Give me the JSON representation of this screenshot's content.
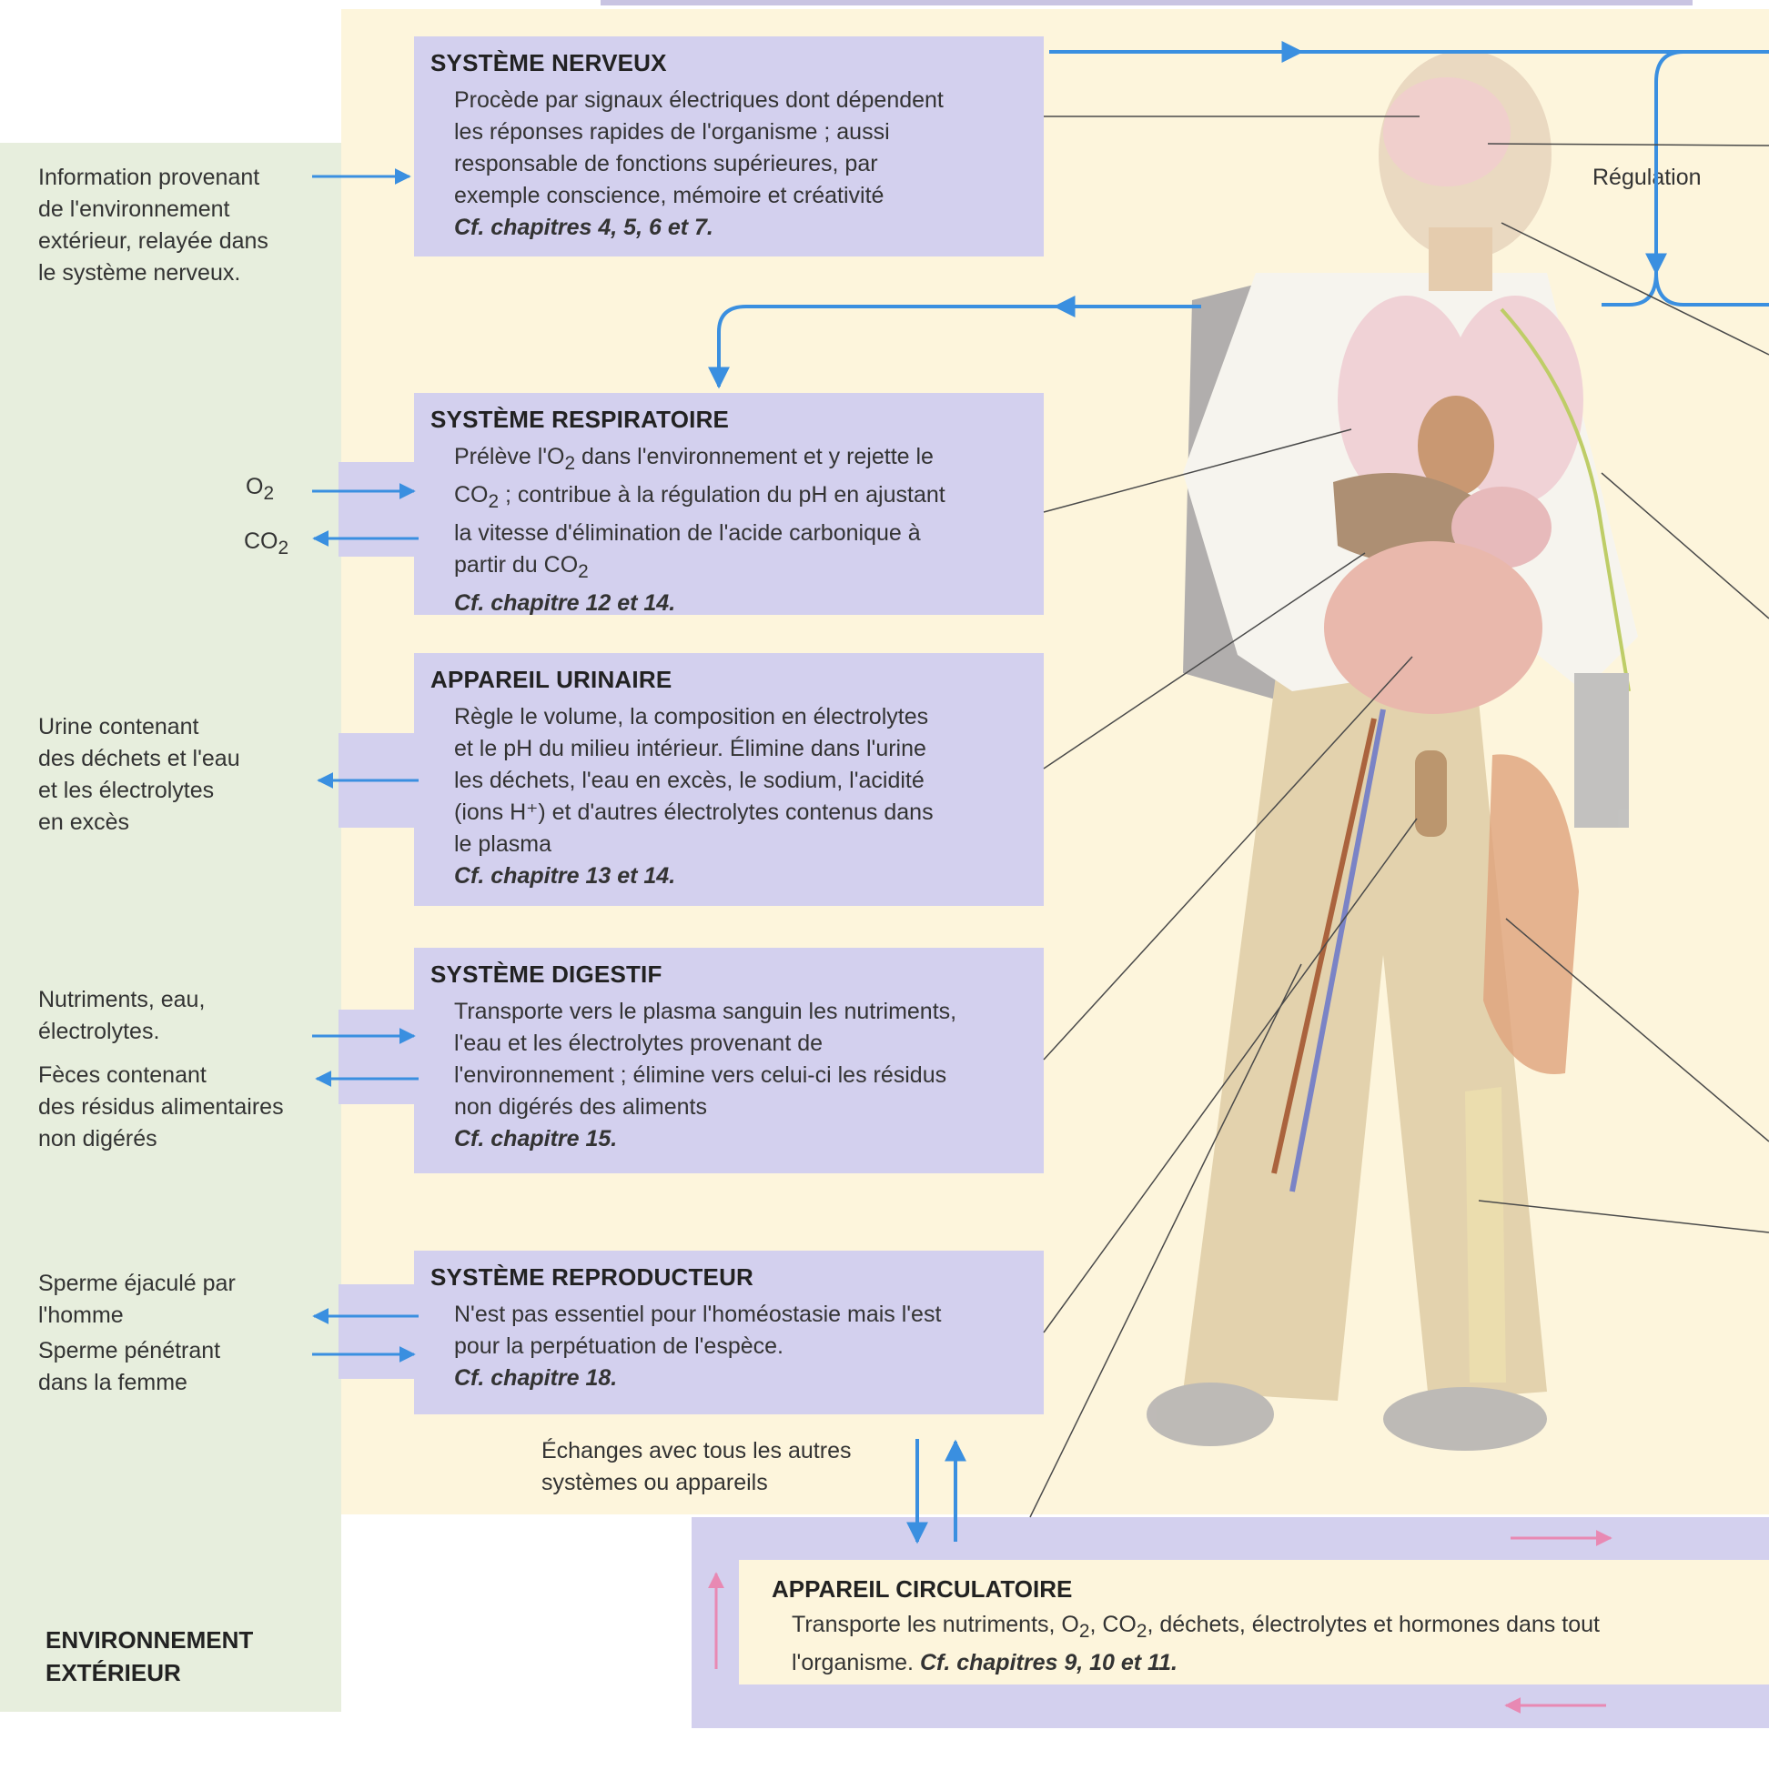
{
  "environment": {
    "title_line1": "ENVIRONNEMENT",
    "title_line2": "EXTÉRIEUR",
    "nervous_input": [
      "Information provenant",
      "de l'environnement",
      "extérieur, relayée dans",
      "le système nerveux."
    ],
    "o2": "O",
    "o2_sub": "2",
    "co2": "CO",
    "co2_sub": "2",
    "urine": [
      "Urine contenant",
      "des déchets et l'eau",
      "et les électrolytes",
      "en excès"
    ],
    "nutrients": [
      "Nutriments, eau,",
      "électrolytes."
    ],
    "feces": [
      "Fèces contenant",
      "des résidus alimentaires",
      "non digérés"
    ],
    "sperm_out": [
      "Sperme éjaculé par",
      "l'homme"
    ],
    "sperm_in": [
      "Sperme pénétrant",
      "dans la femme"
    ]
  },
  "systems": {
    "nervous": {
      "title": "SYSTÈME NERVEUX",
      "lines": [
        "Procède par signaux électriques dont dépendent",
        "les réponses rapides de l'organisme ; aussi",
        "responsable de fonctions supérieures, par",
        "exemple conscience, mémoire et créativité"
      ],
      "ref": "Cf. chapitres 4, 5, 6 et 7."
    },
    "respiratory": {
      "title": "SYSTÈME RESPIRATOIRE",
      "line1_a": "Prélève l'O",
      "line1_sub": "2",
      "line1_b": " dans l'environnement et y rejette le",
      "line2_a": "CO",
      "line2_sub": "2",
      "line2_b": " ; contribue à la régulation du pH en ajustant",
      "line3": "la vitesse d'élimination de l'acide carbonique à",
      "line4_a": "partir du CO",
      "line4_sub": "2",
      "ref": "Cf. chapitre 12 et 14."
    },
    "urinary": {
      "title": "APPAREIL URINAIRE",
      "lines": [
        "Règle le volume, la composition en électrolytes",
        "et le pH du milieu intérieur. Élimine dans l'urine",
        "les déchets, l'eau en excès, le sodium, l'acidité",
        "(ions H⁺) et d'autres électrolytes contenus dans",
        "le plasma"
      ],
      "ref": "Cf. chapitre 13 et 14."
    },
    "digestive": {
      "title": "SYSTÈME DIGESTIF",
      "lines": [
        "Transporte vers le plasma sanguin les nutriments,",
        "l'eau et les électrolytes provenant de",
        "l'environnement ; élimine vers celui-ci les résidus",
        "non digérés des aliments"
      ],
      "ref": "Cf. chapitre 15."
    },
    "reproductive": {
      "title": "SYSTÈME REPRODUCTEUR",
      "lines": [
        "N'est pas essentiel pour l'homéostasie mais l'est",
        "pour la perpétuation de l'espèce."
      ],
      "ref": "Cf. chapitre 18."
    },
    "circulatory": {
      "title": "APPAREIL CIRCULATOIRE",
      "line1_a": "Transporte les nutriments, O",
      "line1_sub1": "2",
      "line1_b": ", CO",
      "line1_sub2": "2",
      "line1_c": ", déchets, électrolytes et hormones dans tout",
      "line2_a": "l'organisme. ",
      "ref": "Cf. chapitres 9, 10 et 11."
    }
  },
  "regulation": "Régulation",
  "exchanges": [
    "Échanges avec tous les autres",
    "systèmes ou appareils"
  ],
  "colors": {
    "env_green": "#e7eedd",
    "cream": "#fdf5dc",
    "lavender": "#d3d0ee",
    "arrow_blue": "#3a8fe0",
    "arrow_pink": "#e889b3"
  }
}
